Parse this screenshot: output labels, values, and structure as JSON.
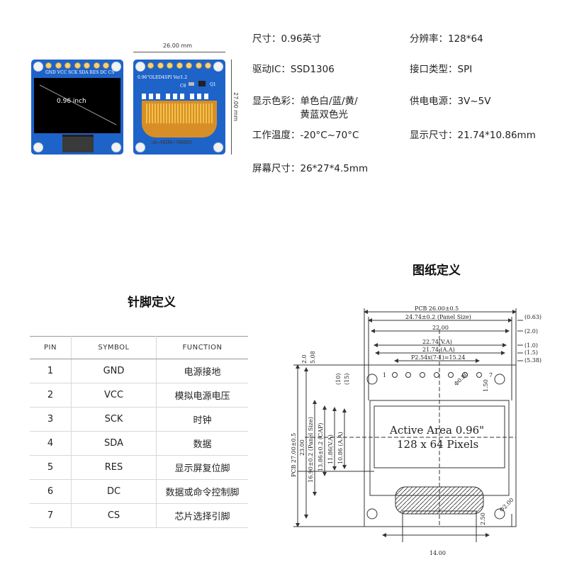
{
  "photo": {
    "front_silk": "GND VCC SCK SDA RES  DC  CS",
    "screen_label": "0.96 inch",
    "back_silk_model": "0.96\"OLED4SPI  Ver1.2",
    "back_c8": "C8",
    "back_q1": "Q1",
    "back_flex": "cb~HGM~706803",
    "dim_width": "26.00 mm",
    "dim_height": "27.00 mm"
  },
  "specs": {
    "size_label": "尺寸：",
    "size_value": "0.96英寸",
    "resolution_label": "分辨率：",
    "resolution_value": "128*64",
    "driver_label": "驱动IC：",
    "driver_value": "SSD1306",
    "interface_label": "接口类型：",
    "interface_value": "SPI",
    "color_label": "显示色彩：",
    "color_value_1": "单色白/蓝/黄/",
    "color_value_2": "黄蓝双色光",
    "power_label": "供电电源：",
    "power_value": "3V~5V",
    "temp_label": "工作温度：",
    "temp_value": "-20°C~70°C",
    "display_size_label": "显示尺寸：",
    "display_size_value": "21.74*10.86mm",
    "screen_size_label": "屏幕尺寸：",
    "screen_size_value": "26*27*4.5mm"
  },
  "sections": {
    "drawing_title": "图纸定义",
    "pins_title": "针脚定义"
  },
  "pin_table": {
    "headers": [
      "PIN",
      "SYMBOL",
      "FUNCTION"
    ],
    "rows": [
      [
        "1",
        "GND",
        "电源接地"
      ],
      [
        "2",
        "VCC",
        "模拟电源电压"
      ],
      [
        "3",
        "SCK",
        "时钟"
      ],
      [
        "4",
        "SDA",
        "数据"
      ],
      [
        "5",
        "RES",
        "显示屏复位脚"
      ],
      [
        "6",
        "DC",
        "数据或命令控制脚"
      ],
      [
        "7",
        "CS",
        "芯片选择引脚"
      ]
    ]
  },
  "drawing": {
    "pcb_width": "PCB 26.00±0.5",
    "panel_size": "24.74±0.2 (Panel Size)",
    "w22": "22.00",
    "va_w": "22.74(V.A)",
    "aa_w": "21.74 (A.A)",
    "pitch": "P2.54x(7-1)=15.24",
    "r063": "(0.63)",
    "r20": "(2.0)",
    "r10": "(1.0)",
    "r15": "(1.5)",
    "r538": "(5.38)",
    "pin_first": "1",
    "pin_last": "7",
    "pin_dia": "Φ0.80",
    "pin_off": "1.50",
    "active_1": "Active Area 0.96\"",
    "active_2": "128 x 64 Pixels",
    "pcb_height": "PCB 27.00±0.5",
    "h23": "23.00",
    "h1690": "16.90±0.2 (Panel Size)",
    "h1386": "13.86±0.2 (CAP)",
    "h1186": "11.86(V.A)",
    "h1086": "10.86 (A.A)",
    "l20": "2.0",
    "l508": "5.08",
    "l10": "(10)",
    "l15": "(15)",
    "hole_dia": "Φ2.00",
    "b250": "2.50",
    "b1400": "14.00"
  }
}
